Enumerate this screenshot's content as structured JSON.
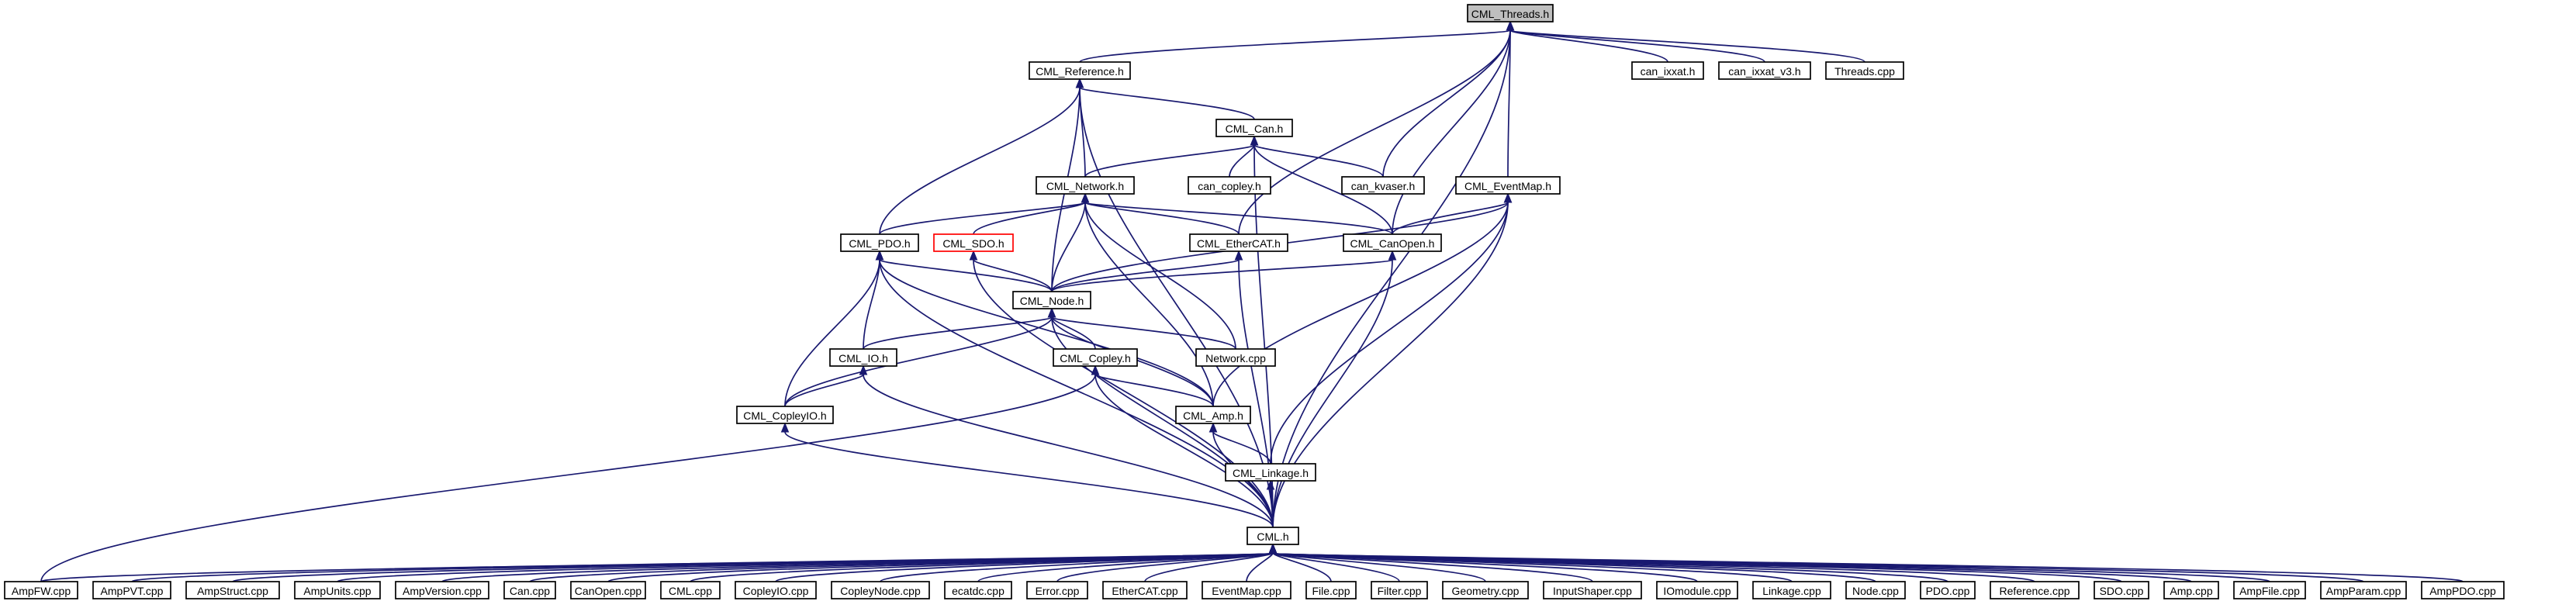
{
  "diagram": {
    "title": "",
    "type": "include-dependency-graph",
    "colors": {
      "edge": "#191970",
      "node_fill": "#ffffff",
      "node_current_fill": "#bfbfbf",
      "node_border": "#000000",
      "node_truncated_border": "#ff0000"
    },
    "nodes": [
      {
        "id": "threads_h",
        "label": "CML_Threads.h",
        "current": true
      },
      {
        "id": "reference_h",
        "label": "CML_Reference.h"
      },
      {
        "id": "can_ixxat_h",
        "label": "can_ixxat.h"
      },
      {
        "id": "can_ixxat_v3_h",
        "label": "can_ixxat_v3.h"
      },
      {
        "id": "threads_cpp",
        "label": "Threads.cpp"
      },
      {
        "id": "can_h",
        "label": "CML_Can.h"
      },
      {
        "id": "can_copley_h",
        "label": "can_copley.h"
      },
      {
        "id": "can_kvaser_h",
        "label": "can_kvaser.h"
      },
      {
        "id": "network_h",
        "label": "CML_Network.h"
      },
      {
        "id": "eventmap_h",
        "label": "CML_EventMap.h"
      },
      {
        "id": "pdo_h",
        "label": "CML_PDO.h"
      },
      {
        "id": "sdo_h",
        "label": "CML_SDO.h",
        "truncated": true
      },
      {
        "id": "ethercat_h",
        "label": "CML_EtherCAT.h"
      },
      {
        "id": "canopen_h",
        "label": "CML_CanOpen.h"
      },
      {
        "id": "node_h",
        "label": "CML_Node.h"
      },
      {
        "id": "io_h",
        "label": "CML_IO.h"
      },
      {
        "id": "copley_h",
        "label": "CML_Copley.h"
      },
      {
        "id": "network_cpp",
        "label": "Network.cpp"
      },
      {
        "id": "copleyio_h",
        "label": "CML_CopleyIO.h"
      },
      {
        "id": "amp_h",
        "label": "CML_Amp.h"
      },
      {
        "id": "linkage_h",
        "label": "CML_Linkage.h"
      },
      {
        "id": "cml_h",
        "label": "CML.h"
      },
      {
        "id": "ampfw_cpp",
        "label": "AmpFW.cpp"
      },
      {
        "id": "amppvt_cpp",
        "label": "AmpPVT.cpp"
      },
      {
        "id": "ampstruct_cpp",
        "label": "AmpStruct.cpp"
      },
      {
        "id": "ampunits_cpp",
        "label": "AmpUnits.cpp"
      },
      {
        "id": "ampversion_cpp",
        "label": "AmpVersion.cpp"
      },
      {
        "id": "can_cpp",
        "label": "Can.cpp"
      },
      {
        "id": "canopen_cpp",
        "label": "CanOpen.cpp"
      },
      {
        "id": "cml_cpp",
        "label": "CML.cpp"
      },
      {
        "id": "copleyio_cpp",
        "label": "CopleyIO.cpp"
      },
      {
        "id": "copleynode_cpp",
        "label": "CopleyNode.cpp"
      },
      {
        "id": "ecatdc_cpp",
        "label": "ecatdc.cpp"
      },
      {
        "id": "error_cpp",
        "label": "Error.cpp"
      },
      {
        "id": "ethercat_cpp",
        "label": "EtherCAT.cpp"
      },
      {
        "id": "eventmap_cpp",
        "label": "EventMap.cpp"
      },
      {
        "id": "file_cpp",
        "label": "File.cpp"
      },
      {
        "id": "filter_cpp",
        "label": "Filter.cpp"
      },
      {
        "id": "geometry_cpp",
        "label": "Geometry.cpp"
      },
      {
        "id": "inputshaper_cpp",
        "label": "InputShaper.cpp"
      },
      {
        "id": "iomodule_cpp",
        "label": "IOmodule.cpp"
      },
      {
        "id": "linkage_cpp",
        "label": "Linkage.cpp"
      },
      {
        "id": "node_cpp",
        "label": "Node.cpp"
      },
      {
        "id": "pdo_cpp",
        "label": "PDO.cpp"
      },
      {
        "id": "reference_cpp",
        "label": "Reference.cpp"
      },
      {
        "id": "sdo_cpp",
        "label": "SDO.cpp"
      },
      {
        "id": "amp_cpp",
        "label": "Amp.cpp"
      },
      {
        "id": "ampfile_cpp",
        "label": "AmpFile.cpp"
      },
      {
        "id": "ampparam_cpp",
        "label": "AmpParam.cpp"
      },
      {
        "id": "amppdo_cpp",
        "label": "AmpPDO.cpp"
      }
    ],
    "edges": [
      [
        "reference_h",
        "threads_h"
      ],
      [
        "can_ixxat_h",
        "threads_h"
      ],
      [
        "can_ixxat_v3_h",
        "threads_h"
      ],
      [
        "threads_cpp",
        "threads_h"
      ],
      [
        "ethercat_h",
        "threads_h"
      ],
      [
        "can_kvaser_h",
        "threads_h"
      ],
      [
        "canopen_h",
        "threads_h"
      ],
      [
        "eventmap_h",
        "threads_h"
      ],
      [
        "cml_h",
        "threads_h"
      ],
      [
        "can_h",
        "reference_h"
      ],
      [
        "network_h",
        "reference_h"
      ],
      [
        "pdo_h",
        "reference_h"
      ],
      [
        "node_h",
        "reference_h"
      ],
      [
        "cml_h",
        "reference_h"
      ],
      [
        "can_copley_h",
        "can_h"
      ],
      [
        "can_kvaser_h",
        "can_h"
      ],
      [
        "network_h",
        "can_h"
      ],
      [
        "canopen_h",
        "can_h"
      ],
      [
        "cml_h",
        "can_h"
      ],
      [
        "pdo_h",
        "network_h"
      ],
      [
        "sdo_h",
        "network_h"
      ],
      [
        "ethercat_h",
        "network_h"
      ],
      [
        "canopen_h",
        "network_h"
      ],
      [
        "node_h",
        "network_h"
      ],
      [
        "network_cpp",
        "network_h"
      ],
      [
        "amp_h",
        "network_h"
      ],
      [
        "canopen_h",
        "eventmap_h"
      ],
      [
        "node_h",
        "eventmap_h"
      ],
      [
        "amp_h",
        "eventmap_h"
      ],
      [
        "linkage_h",
        "eventmap_h"
      ],
      [
        "cml_h",
        "eventmap_h"
      ],
      [
        "node_h",
        "pdo_h"
      ],
      [
        "io_h",
        "pdo_h"
      ],
      [
        "copleyio_h",
        "pdo_h"
      ],
      [
        "amp_h",
        "pdo_h"
      ],
      [
        "cml_h",
        "pdo_h"
      ],
      [
        "node_h",
        "sdo_h"
      ],
      [
        "cml_h",
        "sdo_h"
      ],
      [
        "node_h",
        "ethercat_h"
      ],
      [
        "cml_h",
        "ethercat_h"
      ],
      [
        "node_h",
        "canopen_h"
      ],
      [
        "cml_h",
        "canopen_h"
      ],
      [
        "io_h",
        "node_h"
      ],
      [
        "copley_h",
        "node_h"
      ],
      [
        "network_cpp",
        "node_h"
      ],
      [
        "copleyio_h",
        "node_h"
      ],
      [
        "amp_h",
        "node_h"
      ],
      [
        "cml_h",
        "node_h"
      ],
      [
        "copleyio_h",
        "io_h"
      ],
      [
        "cml_h",
        "io_h"
      ],
      [
        "amp_h",
        "copley_h"
      ],
      [
        "cml_h",
        "copley_h"
      ],
      [
        "ampfw_cpp",
        "copley_h"
      ],
      [
        "cml_h",
        "copleyio_h"
      ],
      [
        "linkage_h",
        "amp_h"
      ],
      [
        "cml_h",
        "amp_h"
      ],
      [
        "cml_h",
        "linkage_h"
      ],
      [
        "ampfw_cpp",
        "cml_h"
      ],
      [
        "amppvt_cpp",
        "cml_h"
      ],
      [
        "ampstruct_cpp",
        "cml_h"
      ],
      [
        "ampunits_cpp",
        "cml_h"
      ],
      [
        "ampversion_cpp",
        "cml_h"
      ],
      [
        "can_cpp",
        "cml_h"
      ],
      [
        "canopen_cpp",
        "cml_h"
      ],
      [
        "cml_cpp",
        "cml_h"
      ],
      [
        "copleyio_cpp",
        "cml_h"
      ],
      [
        "copleynode_cpp",
        "cml_h"
      ],
      [
        "ecatdc_cpp",
        "cml_h"
      ],
      [
        "error_cpp",
        "cml_h"
      ],
      [
        "ethercat_cpp",
        "cml_h"
      ],
      [
        "eventmap_cpp",
        "cml_h"
      ],
      [
        "file_cpp",
        "cml_h"
      ],
      [
        "filter_cpp",
        "cml_h"
      ],
      [
        "geometry_cpp",
        "cml_h"
      ],
      [
        "inputshaper_cpp",
        "cml_h"
      ],
      [
        "iomodule_cpp",
        "cml_h"
      ],
      [
        "linkage_cpp",
        "cml_h"
      ],
      [
        "node_cpp",
        "cml_h"
      ],
      [
        "pdo_cpp",
        "cml_h"
      ],
      [
        "reference_cpp",
        "cml_h"
      ],
      [
        "sdo_cpp",
        "cml_h"
      ],
      [
        "amp_cpp",
        "cml_h"
      ],
      [
        "ampfile_cpp",
        "cml_h"
      ],
      [
        "ampparam_cpp",
        "cml_h"
      ],
      [
        "amppdo_cpp",
        "cml_h"
      ]
    ]
  }
}
